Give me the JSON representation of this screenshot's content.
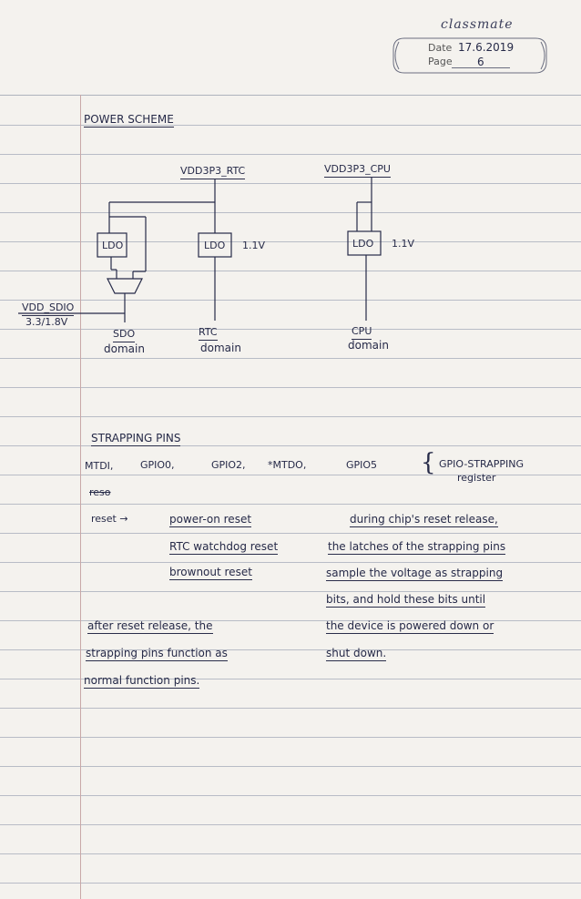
{
  "header": {
    "brand": "classmate",
    "date_label": "Date",
    "date_value": "17.6.2019",
    "page_label": "Page",
    "page_value": "6"
  },
  "power_scheme": {
    "title": "POWER SCHEME",
    "rail_rtc": "VDD3P3_RTC",
    "rail_cpu": "VDD3P3_CPU",
    "ldo_sdio": "LDO",
    "ldo_rtc": "LDO",
    "ldo_rtc_voltage": "1.1V",
    "ldo_cpu": "LDO",
    "ldo_cpu_voltage": "1.1V",
    "vdd_sdio_label": "VDD_SDIO",
    "vdd_sdio_voltage": "3.3/1.8V",
    "domain_sdio_name": "SDO",
    "domain_sdio_word": "domain",
    "domain_rtc_name": "RTC",
    "domain_rtc_word": "domain",
    "domain_cpu_name": "CPU",
    "domain_cpu_word": "domain"
  },
  "strapping": {
    "title": "STRAPPING PINS",
    "pins": [
      "MTDI,",
      "GPIO0,",
      "GPIO2,",
      "*MTDO,",
      "GPIO5"
    ],
    "brace": "{",
    "group_label_1": "GPIO-STRAPPING",
    "group_label_2": "register",
    "struck_word": "reso",
    "reset_label": "reset →",
    "reset_items": [
      "power-on reset",
      "RTC watchdog reset",
      "brownout reset"
    ],
    "right_lines": [
      "during chip's reset release,",
      "the latches of the strapping pins",
      "sample the voltage as strapping",
      "bits, and hold these bits until",
      "the device is powered down or",
      "shut down."
    ],
    "left_lines": [
      "after reset release, the",
      "strapping pins function as",
      "normal function pins."
    ]
  }
}
